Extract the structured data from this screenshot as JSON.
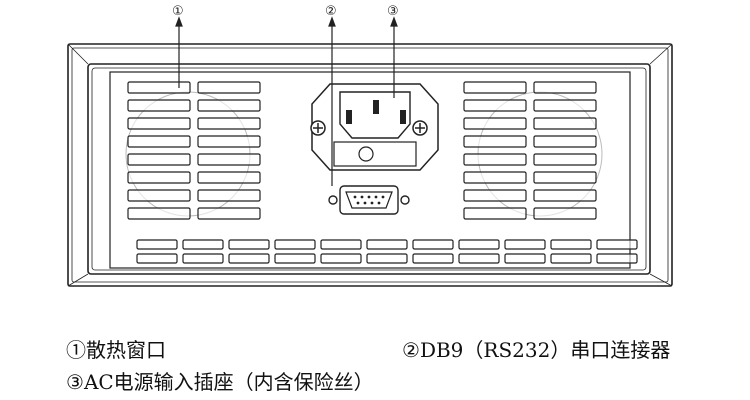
{
  "callouts": [
    {
      "num": "①",
      "text": "散热窗口"
    },
    {
      "num": "②",
      "text": "DB9（RS232）串口连接器"
    },
    {
      "num": "③",
      "text": "AC电源输入插座（内含保险丝）"
    }
  ],
  "colors": {
    "stroke": "#222222",
    "panel_fill": "#ffffff",
    "vent_shade": "#e8e8e8"
  },
  "icons": [
    "screw-icon",
    "fan-icon",
    "power-socket-icon",
    "db9-connector-icon"
  ]
}
